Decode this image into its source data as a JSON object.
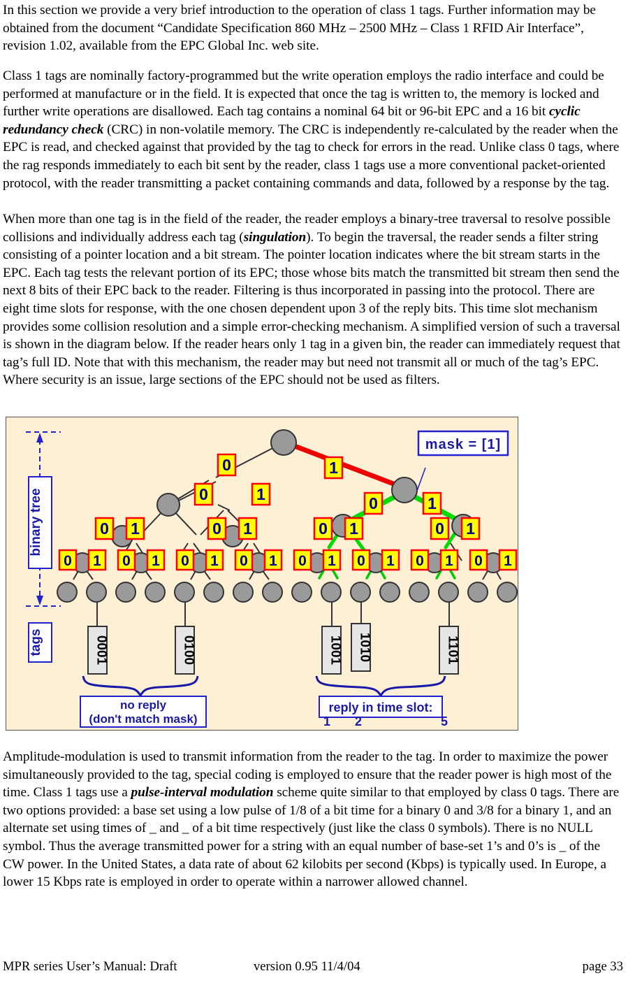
{
  "document": {
    "paragraphs": {
      "p1": "In this section we provide a very brief introduction to the operation of class 1 tags.  Further information may be obtained from the document “Candidate Specification 860 MHz – 2500 MHz – Class 1 RFID Air Interface”, revision 1.02, available from the EPC Global Inc. web site.",
      "p2_a": "Class 1 tags are nominally factory-programmed but the write operation employs the radio interface and could be performed at manufacture or in the field.  It is expected that once the tag is written to, the memory is locked and further write operations are disallowed.  Each tag contains a nominal 64 bit  or 96-bit EPC and a 16 bit ",
      "p2_em": "cyclic redundancy check",
      "p2_b": " (CRC) in non-volatile memory.  The CRC is independently re-calculated by the reader when the EPC is read, and checked against that provided by the tag to check for errors in the read.   Unlike class 0 tags, where the rag responds immediately to each bit sent by the reader, class 1 tags use a more conventional packet-oriented protocol, with the reader transmitting a packet containing commands and data, followed by a response by the tag.",
      "p3_a": "When more than one tag is in the field of the reader, the reader employs a binary-tree traversal to resolve possible collisions and individually address each tag (",
      "p3_em": "singulation",
      "p3_b": ").  To begin the traversal, the reader sends a filter string consisting of a pointer location and a bit stream.  The pointer location indicates where the bit stream starts in the EPC.  Each tag tests the relevant portion of its EPC; those whose bits match the transmitted bit stream then send the next 8 bits of their EPC back to the reader.  Filtering is thus incorporated in passing into the protocol.   There are eight time slots for response, with the one chosen dependent upon 3 of the reply bits.  This time slot mechanism provides some collision resolution and a simple error-checking mechanism.  A simplified version of such a traversal is shown in the diagram below.  If the reader hears only 1 tag in a given bin, the reader can immediately request that tag’s full ID.  Note that with this mechanism, the reader may but need not transmit all or much of the tag’s EPC.  Where security is an issue, large sections of the EPC should not be used as filters.",
      "p4_a": "Amplitude-modulation is used to transmit information from the reader to the tag.  In order to maximize the power simultaneously provided to the tag, special coding is employed to ensure that the reader power is high most of the time.  Class 1 tags use a  ",
      "p4_em": "pulse-interval modulation",
      "p4_b": " scheme quite similar to that employed by class 0 tags.  There are two options provided: a base set using a low pulse of 1/8 of a bit time for a binary 0 and 3/8 for a binary 1, and an alternate set using times of _ and _ of a bit time respectively (just like the class 0 symbols).  There is no NULL symbol.   Thus the average transmitted power for a string with an equal number of base-set 1’s and 0’s is _    of the CW power.  In the United States, a data rate of about 62 kilobits per second (Kbps) is typically used.  In Europe, a lower 15 Kbps rate is employed in order to operate within a narrower allowed channel."
    },
    "footer": {
      "left": "MPR series User’s Manual: Draft",
      "middle": "version 0.95   11/4/04",
      "right": "page 33"
    }
  },
  "figure": {
    "background": "#fdf0d5",
    "colors": {
      "node_fill": "#9a9a9a",
      "node_stroke": "#333333",
      "bit_box_fill": "#ffff00",
      "bit_box_stroke": "#ff0000",
      "bit_text": "#00008b",
      "callout_stroke": "#2222cc",
      "callout_text": "#1a1aa8",
      "edge_default": "#333333",
      "edge_highlight_red": "#ee0000",
      "edge_highlight_green": "#00dd00",
      "tag_box_fill": "#e6e6e6",
      "tag_box_stroke": "#333333"
    },
    "axis_labels": {
      "binary_tree": "binary tree",
      "tags": "tags"
    },
    "callouts": {
      "mask": "mask = [1]",
      "no_reply_line1": "no reply",
      "no_reply_line2": "(don't match mask)",
      "reply_slot": "reply in time slot:"
    },
    "time_slots": [
      "1",
      "2",
      "5"
    ],
    "tags": [
      "0001",
      "0100",
      "1001",
      "1010",
      "1101"
    ],
    "bit_labels": {
      "level0": [
        "0",
        "1"
      ],
      "level1": [
        "0",
        "1",
        "0",
        "1"
      ],
      "level2": [
        "0",
        "1",
        "0",
        "1",
        "0",
        "1",
        "0",
        "1"
      ],
      "level3": [
        "0",
        "1",
        "0",
        "1",
        "0",
        "1",
        "0",
        "1",
        "0",
        "1",
        "0",
        "1",
        "0",
        "1",
        "0",
        "1"
      ]
    }
  },
  "chart_data": {
    "type": "diagram",
    "title": "Binary-tree traversal (singulation) example",
    "tree_depth": 4,
    "leaf_count": 16,
    "highlighted_path_red": [
      "root",
      "1"
    ],
    "highlighted_path_green": [
      "1-0",
      "1-1",
      "1-0-0",
      "1-1-0"
    ],
    "tags_no_reply": [
      "0001",
      "0100"
    ],
    "tags_reply": [
      {
        "id": "1001",
        "slot": "1"
      },
      {
        "id": "1010",
        "slot": "2"
      },
      {
        "id": "1101",
        "slot": "5"
      }
    ],
    "mask": "[1]"
  }
}
